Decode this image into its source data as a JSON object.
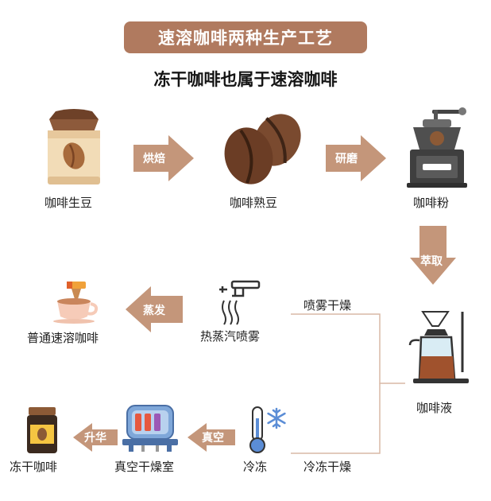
{
  "title": "速溶咖啡两种生产工艺",
  "subtitle": "冻干咖啡也属于速溶咖啡",
  "nodes": {
    "raw_beans": "咖啡生豆",
    "roasted_beans": "咖啡熟豆",
    "coffee_powder": "咖啡粉",
    "coffee_liquid": "咖啡液",
    "steam_spray": "热蒸汽喷雾",
    "regular_instant": "普通速溶咖啡",
    "freezing": "冷冻",
    "vacuum_dry_chamber": "真空干燥室",
    "freeze_dried": "冻干咖啡"
  },
  "arrows": {
    "roast": "烘焙",
    "grind": "研磨",
    "extract": "萃取",
    "evaporate": "蒸发",
    "vacuum": "真空",
    "sublimate": "升华"
  },
  "branches": {
    "spray_dry": "喷雾干燥",
    "freeze_dry": "冷冻干燥"
  },
  "colors": {
    "accent": "#b07a5f",
    "arrow": "#c4967a",
    "line": "#d9b9a6"
  }
}
